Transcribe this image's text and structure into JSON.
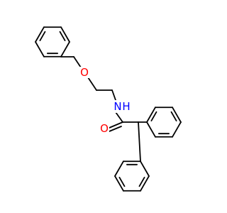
{
  "molecule": {
    "atoms": {
      "oxygen_ether": {
        "label": "O",
        "color": "#ff0000"
      },
      "nitrogen_amide": {
        "label": "N",
        "color": "#0000ff"
      },
      "hydrogen_amide": {
        "label": "H",
        "color": "#0000ff"
      },
      "oxygen_carbonyl": {
        "label": "O",
        "color": "#ff0000"
      }
    },
    "bond_color": "#000000"
  }
}
